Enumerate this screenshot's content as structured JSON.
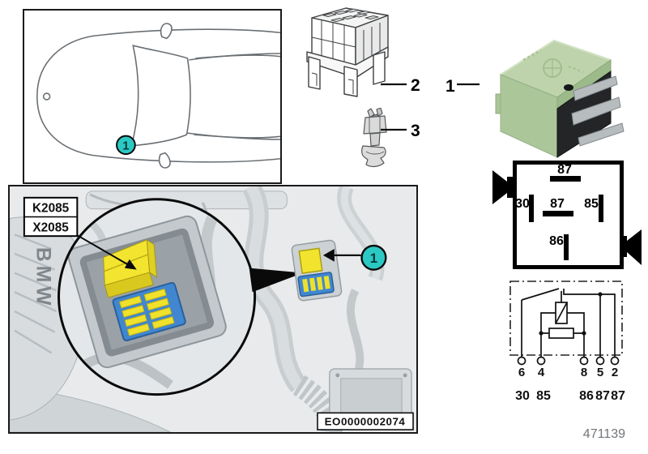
{
  "doc_number": "471139",
  "colors": {
    "accent_cyan": "#2cc8c4",
    "relay_green": "#bed3ac",
    "relay_yellow": "#f3e52f",
    "fusebox_blue": "#4087d0"
  },
  "car_view": {
    "callout": "1"
  },
  "parts": {
    "socket_callout": "2",
    "connector_callout": "3",
    "relay_callout": "1",
    "photo_callout": "1"
  },
  "location_label": {
    "relay_code": "K2085",
    "connector_code": "X2085"
  },
  "photo": {
    "engine_text": "BMW",
    "image_code": "EO0000002074"
  },
  "pin_diagram": {
    "top_label": "87",
    "left_label": "30",
    "center_label": "87",
    "right_label": "85",
    "bottom_label": "86"
  },
  "schematic": {
    "pins": [
      "6",
      "4",
      "8",
      "5",
      "2"
    ],
    "terminals": [
      "30",
      "85",
      "86",
      "87",
      "87"
    ]
  }
}
